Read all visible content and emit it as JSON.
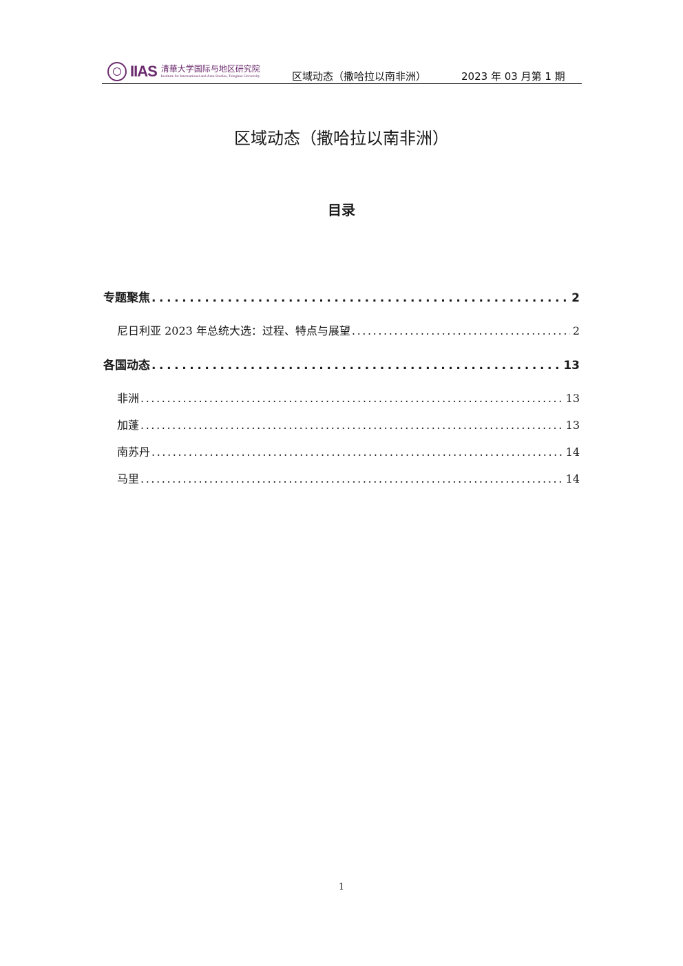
{
  "header": {
    "logo_mark": "IIAS",
    "logo_cn": "清華大学国际与地区研究院",
    "logo_en": "Institute for International and Area Studies, Tsinghua University",
    "publication": "区域动态（撒哈拉以南非洲）",
    "issue": "2023 年 03 月第 1 期"
  },
  "document": {
    "title": "区域动态（撒哈拉以南非洲）",
    "toc_title": "目录"
  },
  "toc": [
    {
      "label": "专题聚焦",
      "page": "2"
    },
    {
      "label": "尼日利亚 2023 年总统大选：过程、特点与展望",
      "page": "2"
    },
    {
      "label": "各国动态",
      "page": "13"
    },
    {
      "label": "非洲",
      "page": "13"
    },
    {
      "label": "加蓬",
      "page": "13"
    },
    {
      "label": "南苏丹",
      "page": "14"
    },
    {
      "label": "马里",
      "page": "14"
    }
  ],
  "footer": {
    "page_number": "1"
  }
}
